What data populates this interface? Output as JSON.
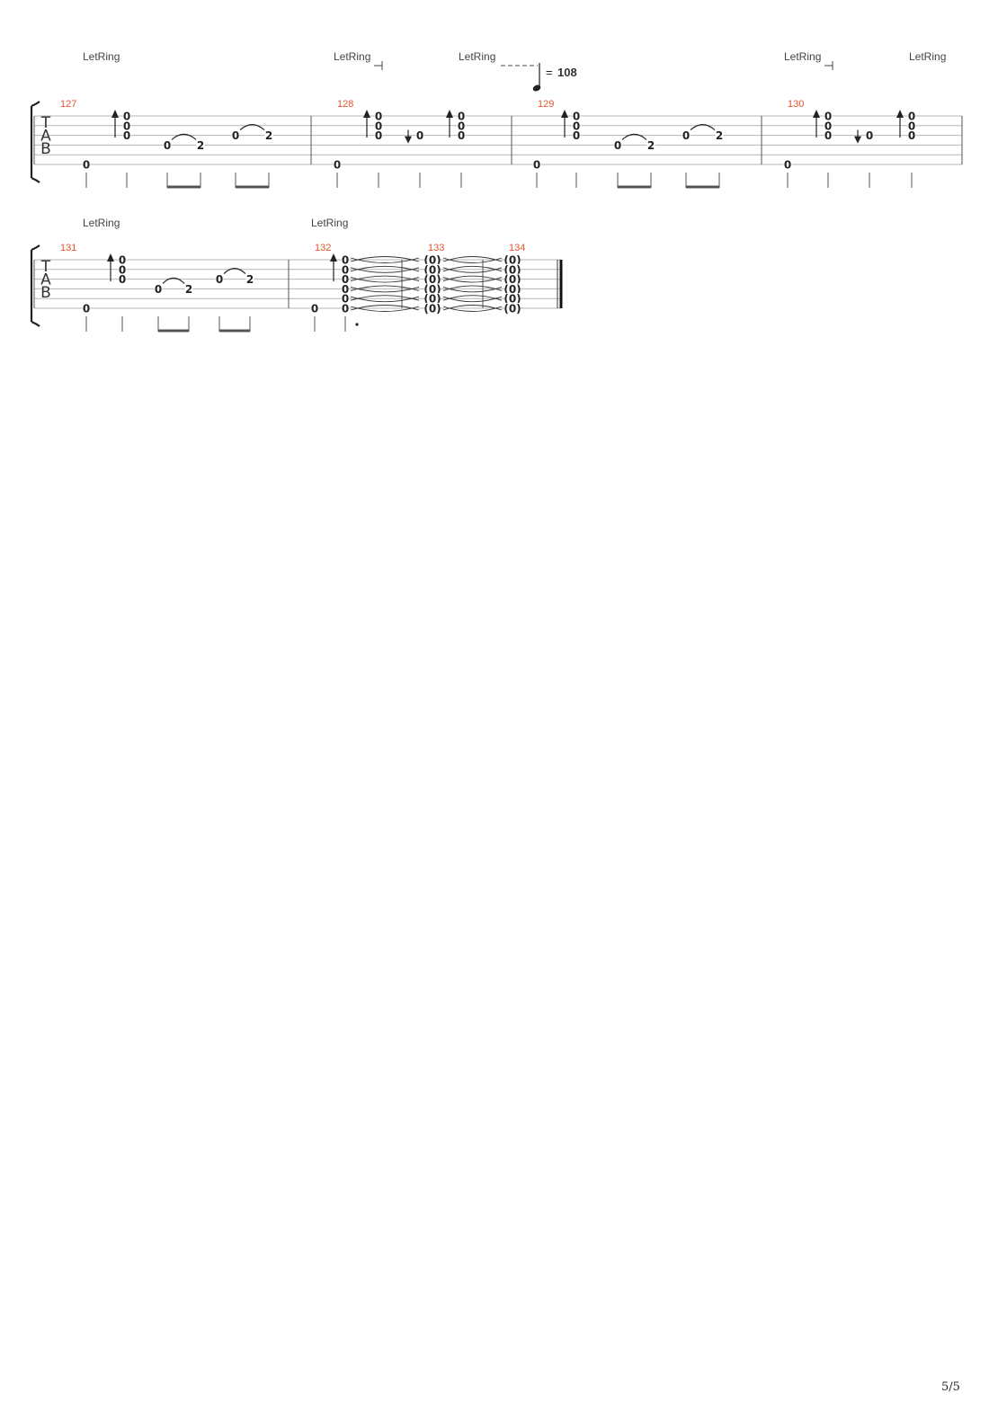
{
  "page": {
    "number": "5/5"
  },
  "tab_clef": [
    "T",
    "A",
    "B"
  ],
  "effect_label": "LetRing",
  "tempo": {
    "symbol": "=",
    "bpm": "108"
  },
  "systems": [
    {
      "letrings": [
        {
          "measure": 127,
          "bracket": false,
          "dashes": false
        },
        {
          "measure": 128,
          "bracket": true,
          "dashes": false
        },
        {
          "measure": 129,
          "bracket": false,
          "dashes": true
        },
        {
          "measure": 130,
          "bracket": true,
          "dashes": false
        },
        {
          "measure": 130,
          "bracket": false,
          "dashes": false,
          "late": true
        }
      ],
      "measures": [
        {
          "number": "127",
          "events": [
            {
              "frets": [
                [
                  5,
                  "0"
                ]
              ]
            },
            {
              "frets": [
                [
                  0,
                  "0"
                ],
                [
                  1,
                  "0"
                ],
                [
                  2,
                  "0"
                ]
              ],
              "stroke": "up"
            },
            {
              "frets": [
                [
                  3,
                  "0"
                ]
              ],
              "tie_to_next": true,
              "beam_start": true
            },
            {
              "frets": [
                [
                  3,
                  "2"
                ]
              ],
              "beam_end": true
            },
            {
              "frets": [
                [
                  2,
                  "0"
                ]
              ],
              "tie_to_next": true,
              "beam_start": true
            },
            {
              "frets": [
                [
                  2,
                  "2"
                ]
              ],
              "beam_end": true
            }
          ]
        },
        {
          "number": "128",
          "events": [
            {
              "frets": [
                [
                  5,
                  "0"
                ]
              ]
            },
            {
              "frets": [
                [
                  0,
                  "0"
                ],
                [
                  1,
                  "0"
                ],
                [
                  2,
                  "0"
                ]
              ],
              "stroke": "up"
            },
            {
              "frets": [
                [
                  2,
                  "0"
                ]
              ],
              "stroke": "down"
            },
            {
              "frets": [
                [
                  0,
                  "0"
                ],
                [
                  1,
                  "0"
                ],
                [
                  2,
                  "0"
                ]
              ],
              "stroke": "up"
            }
          ]
        },
        {
          "number": "129",
          "events": [
            {
              "frets": [
                [
                  5,
                  "0"
                ]
              ]
            },
            {
              "frets": [
                [
                  0,
                  "0"
                ],
                [
                  1,
                  "0"
                ],
                [
                  2,
                  "0"
                ]
              ],
              "stroke": "up"
            },
            {
              "frets": [
                [
                  3,
                  "0"
                ]
              ],
              "tie_to_next": true,
              "beam_start": true
            },
            {
              "frets": [
                [
                  3,
                  "2"
                ]
              ],
              "beam_end": true
            },
            {
              "frets": [
                [
                  2,
                  "0"
                ]
              ],
              "tie_to_next": true,
              "beam_start": true
            },
            {
              "frets": [
                [
                  2,
                  "2"
                ]
              ],
              "beam_end": true
            }
          ]
        },
        {
          "number": "130",
          "events": [
            {
              "frets": [
                [
                  5,
                  "0"
                ]
              ]
            },
            {
              "frets": [
                [
                  0,
                  "0"
                ],
                [
                  1,
                  "0"
                ],
                [
                  2,
                  "0"
                ]
              ],
              "stroke": "up"
            },
            {
              "frets": [
                [
                  2,
                  "0"
                ]
              ],
              "stroke": "down"
            },
            {
              "frets": [
                [
                  0,
                  "0"
                ],
                [
                  1,
                  "0"
                ],
                [
                  2,
                  "0"
                ]
              ],
              "stroke": "up"
            }
          ]
        }
      ]
    },
    {
      "letrings": [
        {
          "measure": 131,
          "bracket": false,
          "dashes": false
        },
        {
          "measure": 132,
          "bracket": false,
          "dashes": false
        }
      ],
      "measures": [
        {
          "number": "131",
          "events": [
            {
              "frets": [
                [
                  5,
                  "0"
                ]
              ]
            },
            {
              "frets": [
                [
                  0,
                  "0"
                ],
                [
                  1,
                  "0"
                ],
                [
                  2,
                  "0"
                ]
              ],
              "stroke": "up"
            },
            {
              "frets": [
                [
                  3,
                  "0"
                ]
              ],
              "tie_to_next": true,
              "beam_start": true
            },
            {
              "frets": [
                [
                  3,
                  "2"
                ]
              ],
              "beam_end": true
            },
            {
              "frets": [
                [
                  2,
                  "0"
                ]
              ],
              "tie_to_next": true,
              "beam_start": true
            },
            {
              "frets": [
                [
                  2,
                  "2"
                ]
              ],
              "beam_end": true
            }
          ]
        },
        {
          "number": "132",
          "events": [
            {
              "frets": [
                [
                  5,
                  "0"
                ]
              ]
            },
            {
              "frets": [
                [
                  0,
                  "0"
                ],
                [
                  1,
                  "0"
                ],
                [
                  2,
                  "0"
                ],
                [
                  3,
                  "0"
                ],
                [
                  4,
                  "0"
                ],
                [
                  5,
                  "0"
                ]
              ],
              "stroke": "up",
              "dotted": true
            }
          ]
        },
        {
          "number": "133",
          "events": [
            {
              "frets": [
                [
                  0,
                  "(0)"
                ],
                [
                  1,
                  "(0)"
                ],
                [
                  2,
                  "(0)"
                ],
                [
                  3,
                  "(0)"
                ],
                [
                  4,
                  "(0)"
                ],
                [
                  5,
                  "(0)"
                ]
              ]
            }
          ]
        },
        {
          "number": "134",
          "events": [
            {
              "frets": [
                [
                  0,
                  "(0)"
                ],
                [
                  1,
                  "(0)"
                ],
                [
                  2,
                  "(0)"
                ],
                [
                  3,
                  "(0)"
                ],
                [
                  4,
                  "(0)"
                ],
                [
                  5,
                  "(0)"
                ]
              ]
            }
          ]
        }
      ]
    }
  ]
}
